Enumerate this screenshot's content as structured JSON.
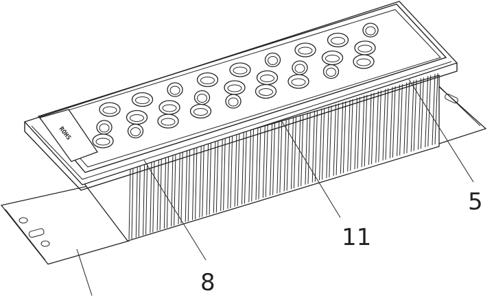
{
  "callouts": [
    {
      "id": "5",
      "label": "5"
    },
    {
      "id": "11",
      "label": "11"
    },
    {
      "id": "8",
      "label": "8"
    }
  ],
  "module_tag": "ROHS",
  "colors": {
    "line": "#222222",
    "background": "#ffffff"
  }
}
